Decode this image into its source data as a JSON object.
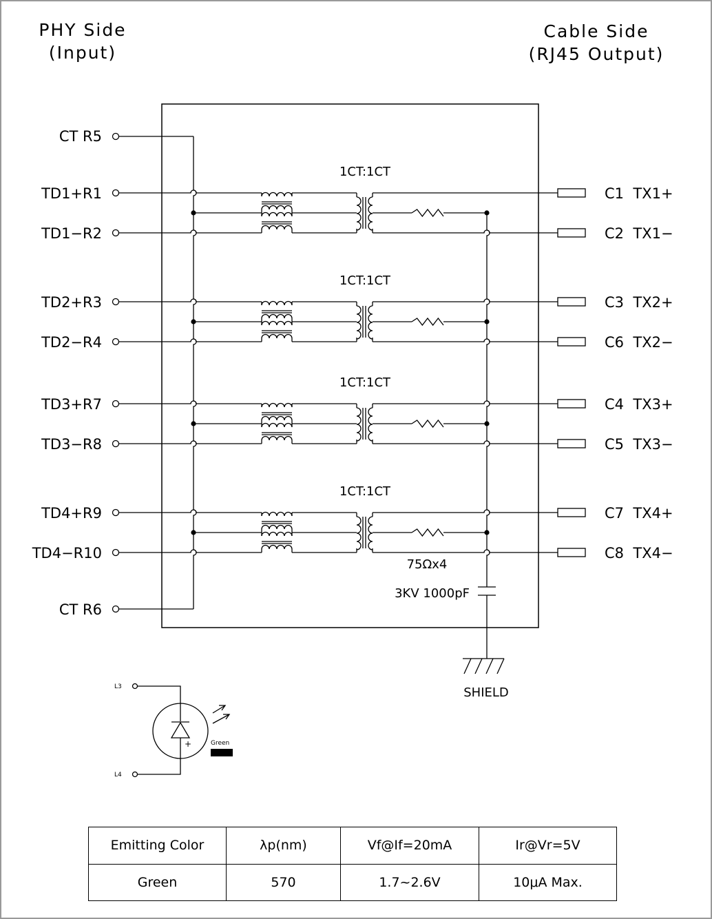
{
  "headers": {
    "phy_side": [
      "PHY Side",
      "(Input)"
    ],
    "cable_side": [
      "Cable Side",
      "(RJ45 Output)"
    ]
  },
  "phy_pins": {
    "ct_top": "CT R5",
    "ct_bottom": "CT R6"
  },
  "channels": [
    {
      "transformer": "1CT:1CT",
      "phy_plus": "TD1+R1",
      "phy_minus": "TD1−R2",
      "cable_plus": "C1  TX1+",
      "cable_minus": "C2  TX1−"
    },
    {
      "transformer": "1CT:1CT",
      "phy_plus": "TD2+R3",
      "phy_minus": "TD2−R4",
      "cable_plus": "C3  TX2+",
      "cable_minus": "C6  TX2−"
    },
    {
      "transformer": "1CT:1CT",
      "phy_plus": "TD3+R7",
      "phy_minus": "TD3−R8",
      "cable_plus": "C4  TX3+",
      "cable_minus": "C5  TX3−"
    },
    {
      "transformer": "1CT:1CT",
      "phy_plus": "TD4+R9",
      "phy_minus": "TD4−R10",
      "cable_plus": "C7  TX4+",
      "cable_minus": "C8  TX4−"
    }
  ],
  "resistor_label": "75Ωx4",
  "capacitor_label": "3KV 1000pF",
  "shield_label": "SHIELD",
  "led": {
    "pin_top": "L3",
    "pin_bottom": "L4",
    "color_label": "Green",
    "polarity": "+"
  },
  "led_table": {
    "headers": [
      "Emitting Color",
      "λp(nm)",
      "Vf@If=20mA",
      "Ir@Vr=5V"
    ],
    "row": [
      "Green",
      "570",
      "1.7~2.6V",
      "10μA Max."
    ]
  }
}
